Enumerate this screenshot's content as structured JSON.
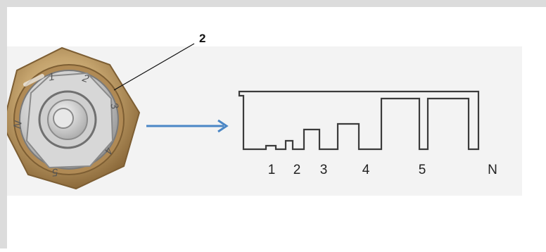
{
  "callout": {
    "label": "2"
  },
  "knob": {
    "dial_numbers": [
      "1",
      "2",
      "3",
      "4",
      "5",
      "N"
    ]
  },
  "waveform": {
    "position_labels": [
      "1",
      "2",
      "3",
      "4",
      "5",
      "N"
    ]
  },
  "colors": {
    "arrow": "#4a86c5",
    "trace": "#3b3b3b",
    "brass_outer": "#c4a36d",
    "brass_inner": "#a77f48",
    "steel_light": "#e6e6e6",
    "steel_mid": "#a8a8a8",
    "panel_bg": "#efefef"
  }
}
